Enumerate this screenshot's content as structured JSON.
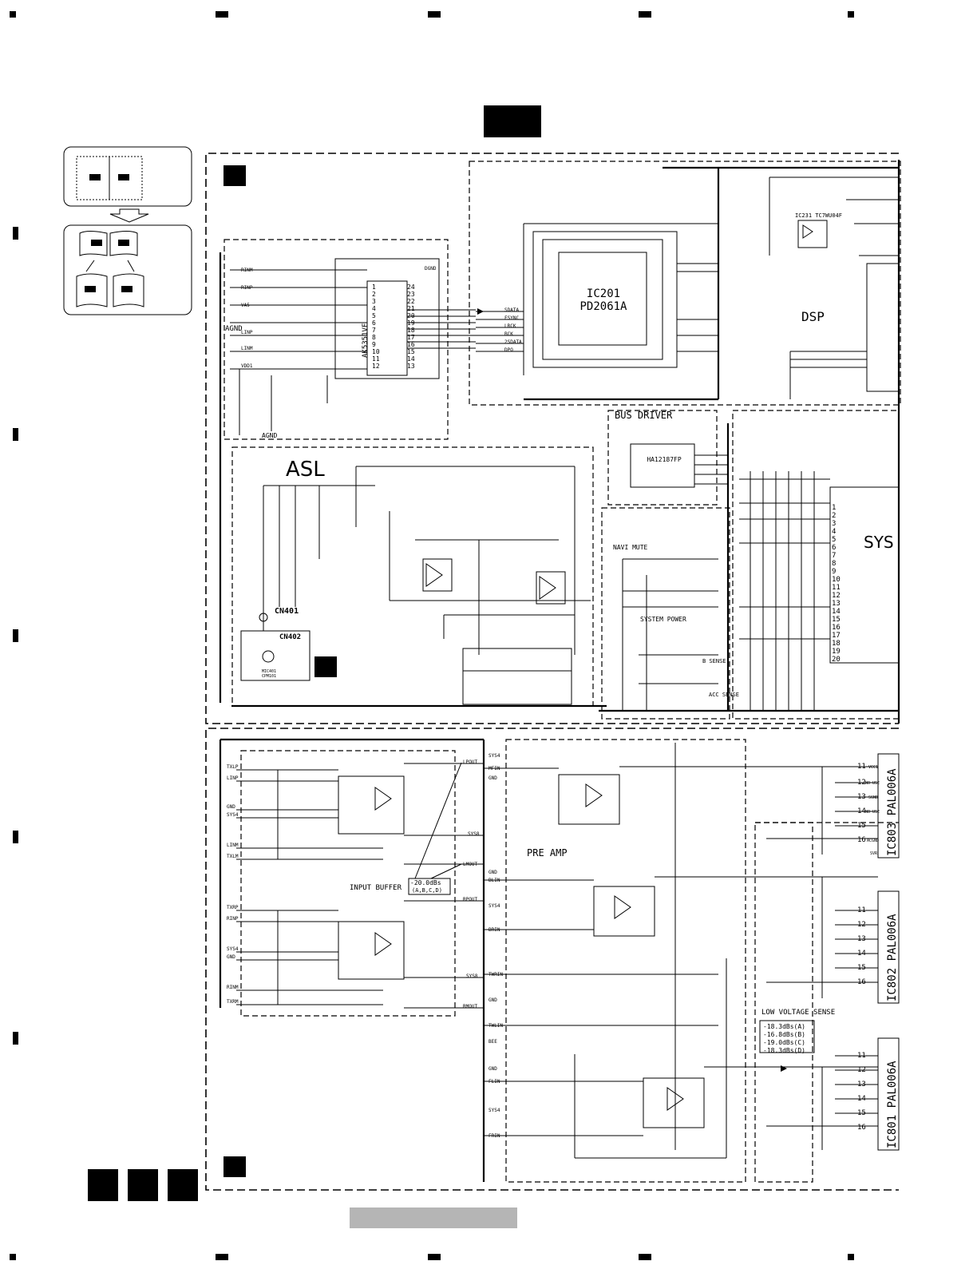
{
  "sections": {
    "dsp": "DSP",
    "asl": "ASL",
    "bus_driver": "BUS DRIVER",
    "navi_mute": "NAVI MUTE",
    "system_power": "SYSTEM POWER",
    "pre_amp": "PRE AMP",
    "input_buffer": "INPUT BUFFER",
    "low_voltage_sense": "LOW VOLTAGE SENSE",
    "b_sense": "B SENSE",
    "acc_sense": "ACC SENSE",
    "sys_partial": "SYS"
  },
  "ics": {
    "ic201_ref": "IC201",
    "ic201_part": "PD2061A",
    "ic101_part": "AK5351VF",
    "ic231_part": "IC231 TC7WU04F",
    "ic141_part": "HA12187FP",
    "ic803_label": "IC803 PAL006A",
    "ic802_label": "IC802 PAL006A",
    "ic801_label": "IC801 PAL006A"
  },
  "connectors": {
    "cn401": "CN401",
    "cn402": "CN402",
    "mic401": "MIC401",
    "cpm101": "CPM101"
  },
  "gain_notes": {
    "input_buffer_gain": "-20.0dBs",
    "input_buffer_cases": "(A,B,C,D)",
    "sense_levels": [
      "-18.3dBs(A)",
      "-16.8dBs(B)",
      "-19.0dBs(C)",
      "-18.3dBs(D)"
    ]
  },
  "nets": {
    "input_left": [
      "TXLP",
      "LINP",
      "GND",
      "SYS4",
      "LINM",
      "TXLM"
    ],
    "input_right": [
      "TXRP",
      "RINP",
      "SYS4",
      "GND",
      "RINM",
      "TXRM"
    ],
    "buffer_out": [
      "LPOUT",
      "SYS8",
      "LMOUT",
      "RPOUT",
      "SYS8",
      "RMOUT"
    ],
    "preamp_in": [
      "SYS4",
      "MFIN",
      "GND",
      "GND",
      "BLIN",
      "SYS4",
      "BRIN",
      "TWRIN",
      "GND",
      "TWLIN",
      "BEE",
      "GND",
      "FLIN",
      "SYS4",
      "FRIN"
    ],
    "dsp_bus": [
      "SDATA",
      "FSYNC",
      "LRCK",
      "BCK",
      "2SDATA",
      "DPO"
    ],
    "adc_left": [
      "RINM",
      "RINP",
      "VA5",
      "AGND",
      "LINP",
      "LINM",
      "VDD1"
    ],
    "agnd": "AGND",
    "dgnd": "DGND",
    "amp_pins": [
      "VCC1",
      "NO USE",
      "SGND",
      "NO USE",
      "ACGND",
      "SVR"
    ]
  },
  "pin_numbers": {
    "ic101_left": [
      "1",
      "2",
      "3",
      "4",
      "5",
      "6",
      "7",
      "8",
      "9",
      "10",
      "11",
      "12"
    ],
    "ic101_right": [
      "24",
      "23",
      "22",
      "21",
      "20",
      "19",
      "18",
      "17",
      "16",
      "15",
      "14",
      "13"
    ],
    "pal_pins": [
      "11",
      "12",
      "13",
      "14",
      "15",
      "16"
    ],
    "sys_pins": [
      "1",
      "2",
      "3",
      "4",
      "5",
      "6",
      "7",
      "8",
      "9",
      "10",
      "11",
      "12",
      "13",
      "14",
      "15",
      "16",
      "17",
      "18",
      "19",
      "20"
    ]
  }
}
